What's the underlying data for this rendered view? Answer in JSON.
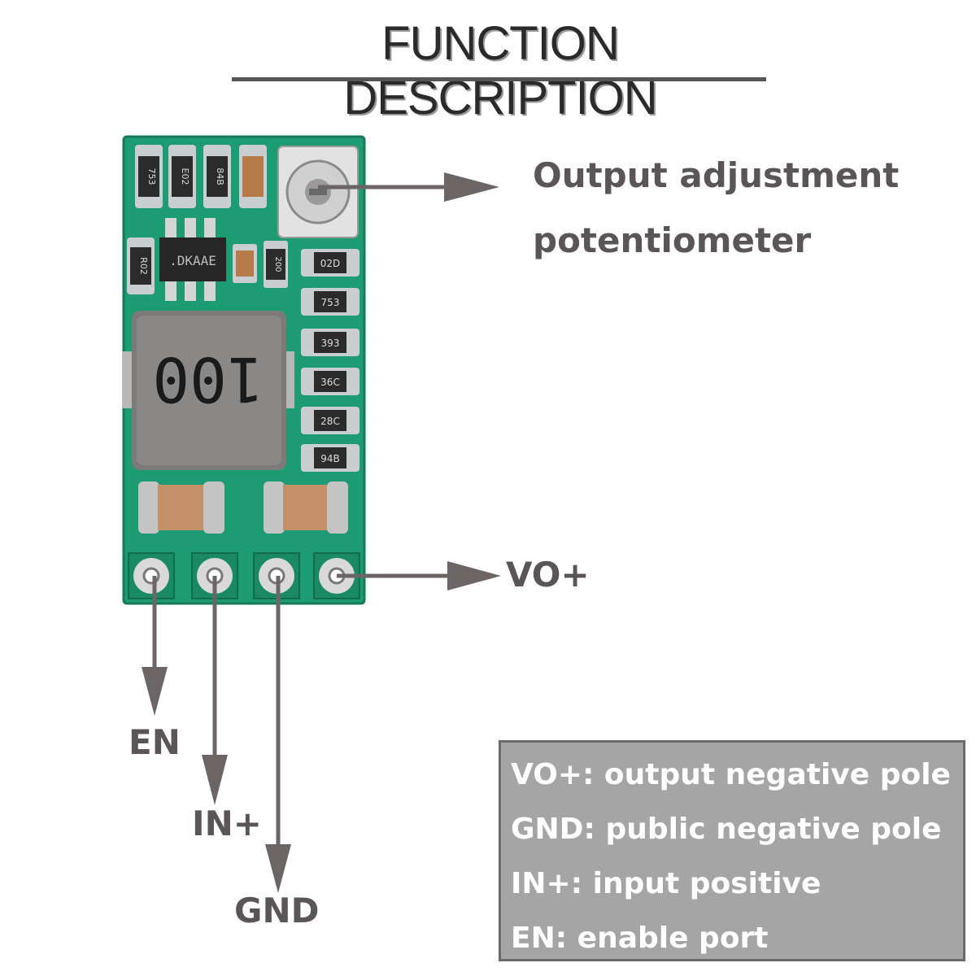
{
  "title": "FUNCTION DESCRIPTION",
  "potentiometer_label": [
    "Output adjustment",
    "potentiometer"
  ],
  "pins": {
    "vo": "VO+",
    "en": "EN",
    "in": "IN+",
    "gnd": "GND"
  },
  "board": {
    "inductor_marking": "100",
    "chip_marking": ".DKAAE",
    "resistor_markings": [
      "753",
      "E02",
      "84B",
      "R02",
      "200",
      "02D",
      "753",
      "393",
      "36C",
      "28C",
      "94B"
    ]
  },
  "legend": [
    "VO+: output negative pole",
    "GND: public negative pole",
    "IN+: input positive",
    "EN: enable port"
  ],
  "colors": {
    "pcb": "#1d9b72",
    "arrow": "#6b6566",
    "legend_bg": "#a5a5a5"
  }
}
